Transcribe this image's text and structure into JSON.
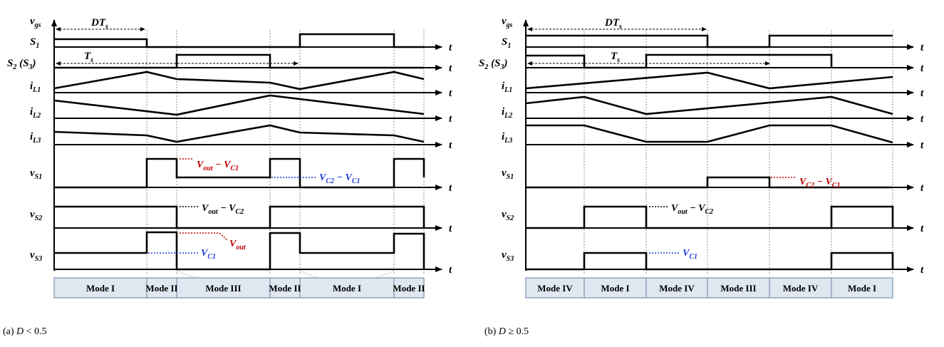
{
  "panels": [
    {
      "id": "a",
      "caption": {
        "prefix": "(a)",
        "var": "D",
        "rel": "<",
        "value": "0.5"
      },
      "dt_label": "DT",
      "dt_sub": "s",
      "ts_label": "T",
      "ts_sub": "s",
      "axis_label": "t",
      "rows": [
        {
          "main": "v",
          "sub": "gs"
        },
        {
          "main": "S",
          "sub": "1"
        },
        {
          "main": "S",
          "sub": "2",
          "extra": " (S",
          "extra_sub": "3",
          "close": ")"
        },
        {
          "main": "i",
          "sub": "L1"
        },
        {
          "main": "i",
          "sub": "L2"
        },
        {
          "main": "i",
          "sub": "L3"
        },
        {
          "main": "v",
          "sub": "S1"
        },
        {
          "main": "v",
          "sub": "S2"
        },
        {
          "main": "v",
          "sub": "S3"
        }
      ],
      "annotations": [
        {
          "parts": [
            "V",
            "out",
            " − V",
            "C1"
          ],
          "color": "#c00000"
        },
        {
          "parts": [
            "V",
            "C2",
            " − V",
            "C1"
          ],
          "color": "#1f3fe0"
        },
        {
          "parts": [
            "V",
            "out",
            " − V",
            "C2"
          ],
          "color": "#000000"
        },
        {
          "parts": [
            "V",
            "out"
          ],
          "color": "#c00000"
        },
        {
          "parts": [
            "V",
            "C1"
          ],
          "color": "#1f3fe0"
        }
      ],
      "modes": [
        "Mode I",
        "Mode II",
        "Mode III",
        "Mode II",
        "Mode I",
        "Mode II"
      ]
    },
    {
      "id": "b",
      "caption": {
        "prefix": "(b)",
        "var": "D",
        "rel": "≥",
        "value": "0.5"
      },
      "dt_label": "DT",
      "dt_sub": "s",
      "ts_label": "T",
      "ts_sub": "s",
      "axis_label": "t",
      "rows": [
        {
          "main": "v",
          "sub": "gs"
        },
        {
          "main": "S",
          "sub": "1"
        },
        {
          "main": "S",
          "sub": "2",
          "extra": " (S",
          "extra_sub": "3",
          "close": ")"
        },
        {
          "main": "i",
          "sub": "L1"
        },
        {
          "main": "i",
          "sub": "L2"
        },
        {
          "main": "i",
          "sub": "L3"
        },
        {
          "main": "v",
          "sub": "S1"
        },
        {
          "main": "v",
          "sub": "S2"
        },
        {
          "main": "v",
          "sub": "S3"
        }
      ],
      "annotations": [
        {
          "parts": [
            "V",
            "C2",
            " − V",
            "C1"
          ],
          "color": "#c00000"
        },
        {
          "parts": [
            "V",
            "out",
            " − V",
            "C2"
          ],
          "color": "#000000"
        },
        {
          "parts": [
            "V",
            "C1"
          ],
          "color": "#1f3fe0"
        }
      ],
      "modes": [
        "Mode IV",
        "Mode I",
        "Mode IV",
        "Mode III",
        "Mode IV",
        "Mode I"
      ]
    }
  ],
  "colors": {
    "red": "#c00000",
    "blue": "#1f3fe0",
    "mode_fill": "#dfe7f0"
  }
}
